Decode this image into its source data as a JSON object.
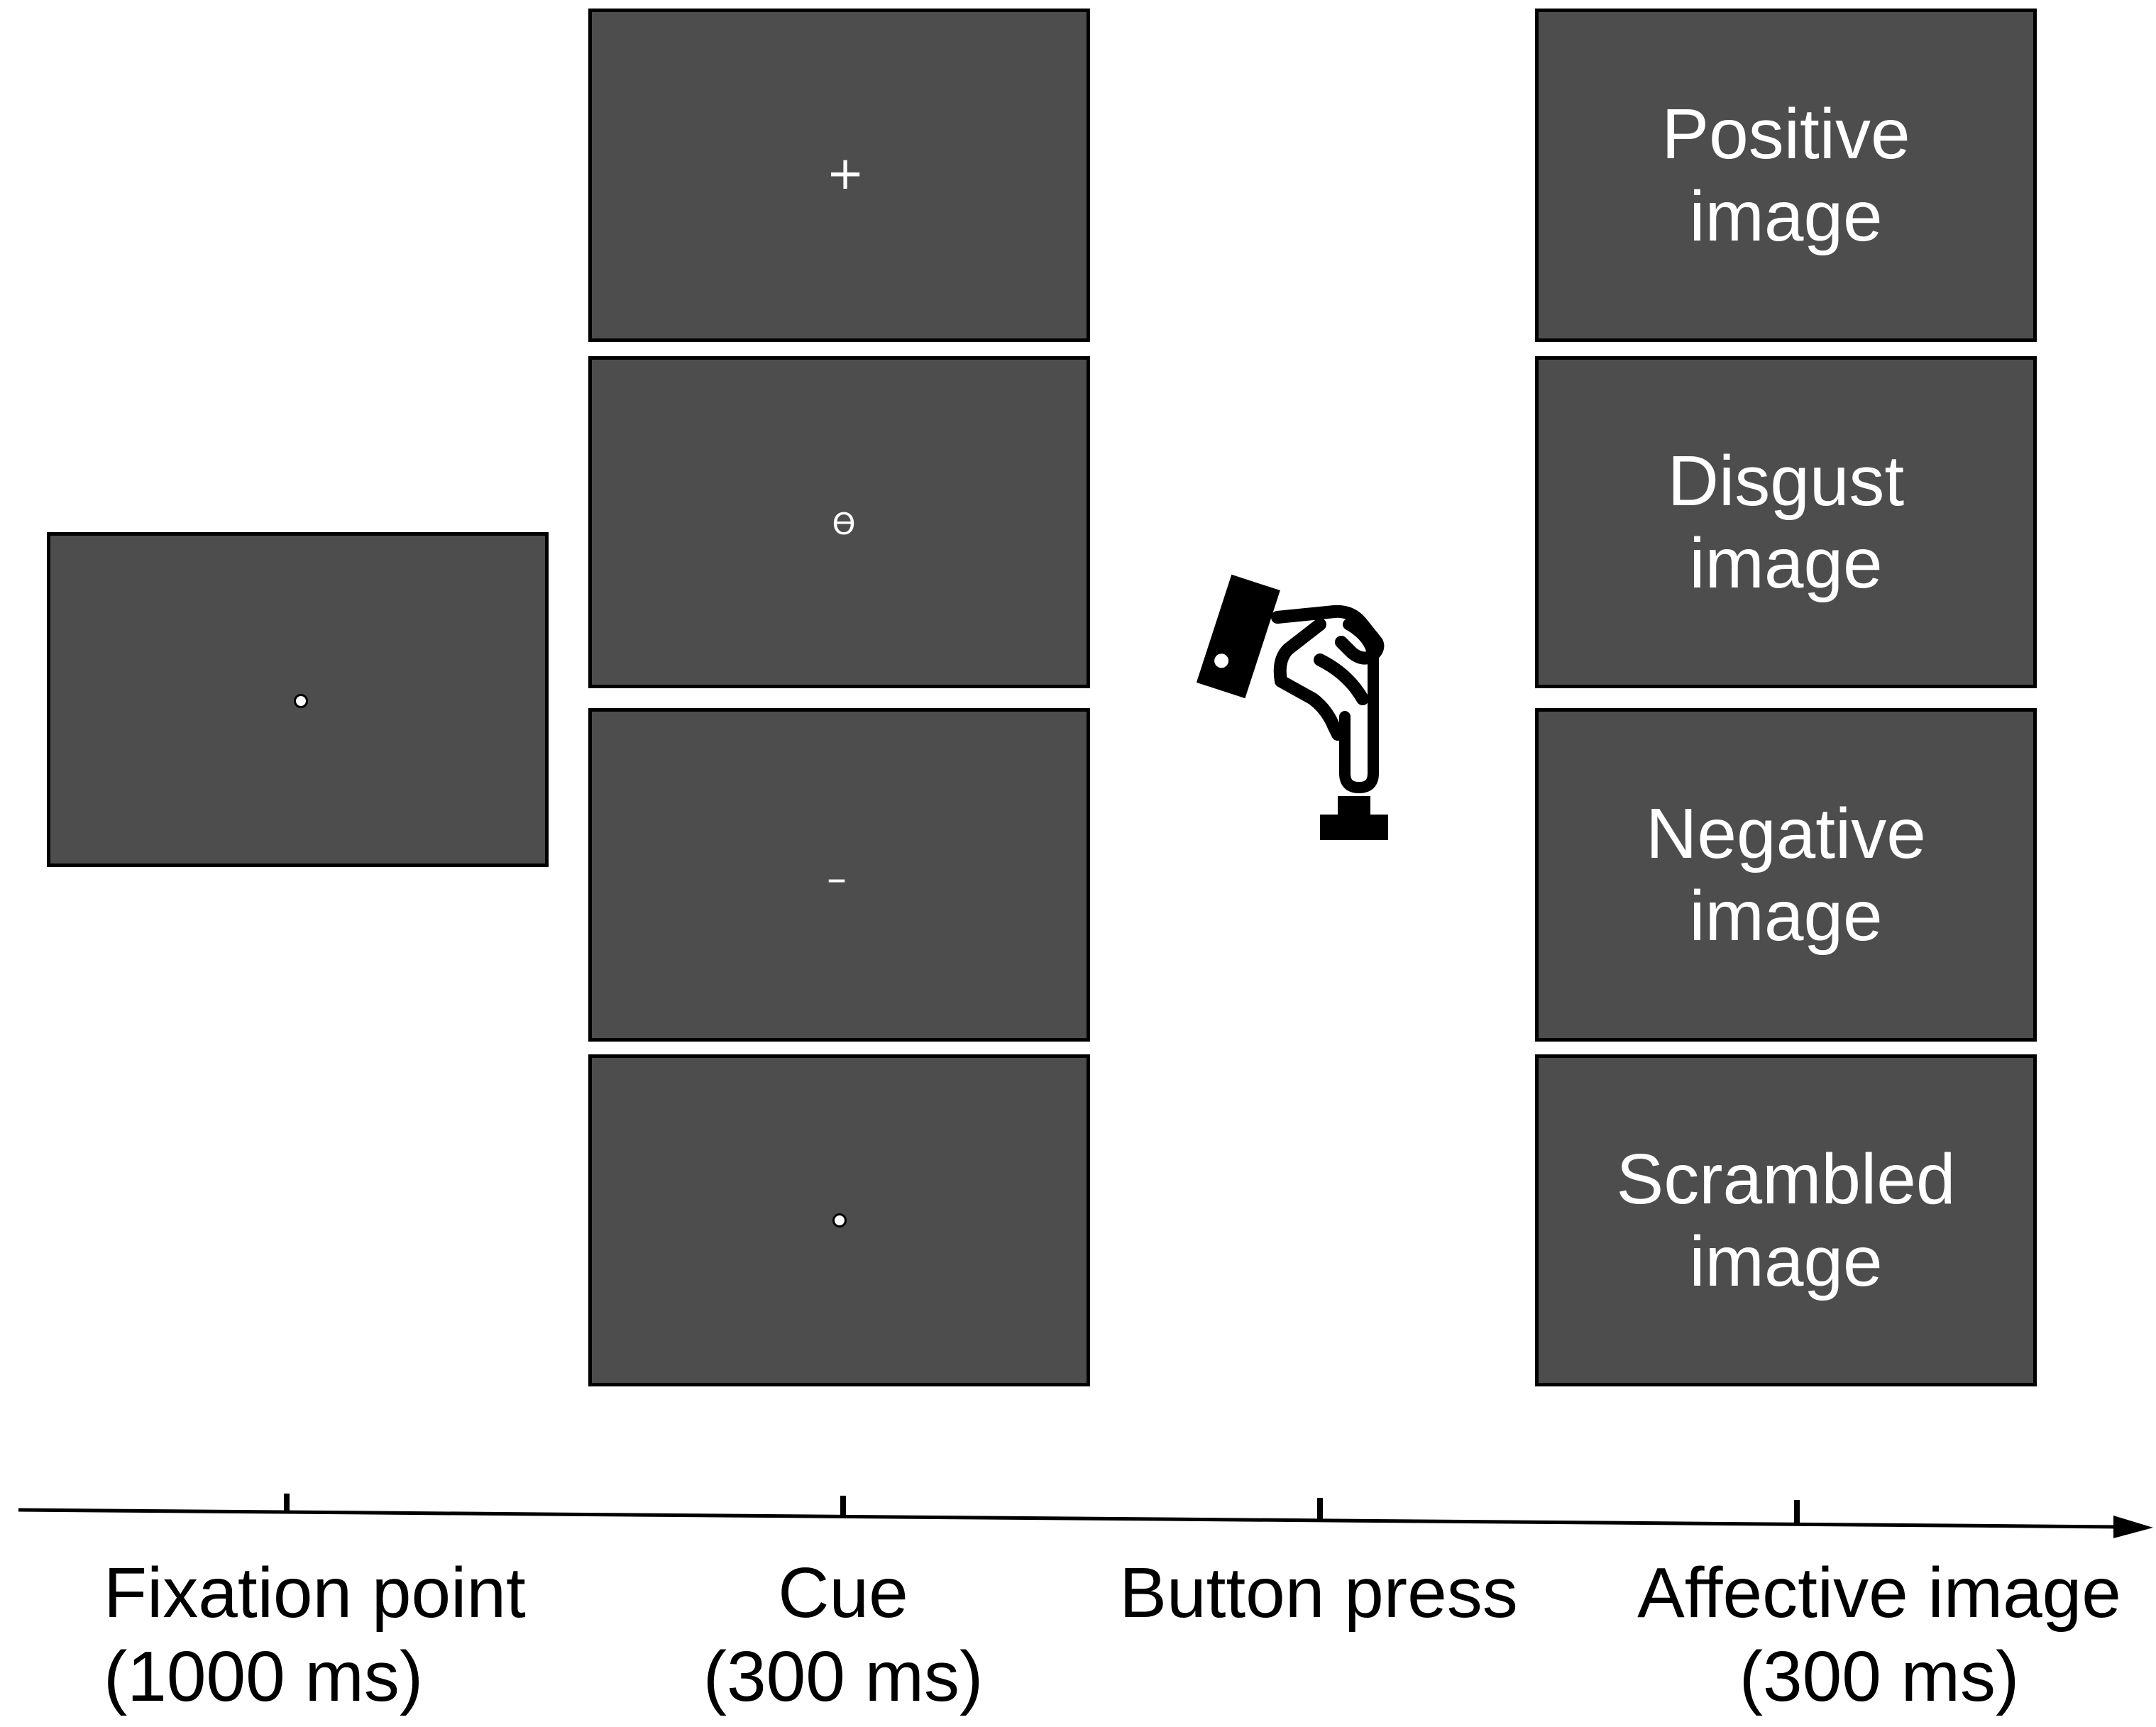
{
  "cue_screens": [
    {
      "symbol": "+"
    },
    {
      "symbol": "ϴ"
    },
    {
      "symbol": "–"
    },
    {
      "symbol": "dot"
    }
  ],
  "affective_screens": [
    {
      "label": "Positive\nimage"
    },
    {
      "label": "Disgust\nimage"
    },
    {
      "label": "Negative\nimage"
    },
    {
      "label": "Scrambled\nimage"
    }
  ],
  "fixation_screen": {
    "symbol": "dot"
  },
  "timeline": [
    {
      "line1": "Fixation point",
      "line2": "(1000 ms)"
    },
    {
      "line1": "Cue",
      "line2": "(300 ms)"
    },
    {
      "line1": "Button press",
      "line2": ""
    },
    {
      "line1": "Affective image",
      "line2": "(300 ms)"
    }
  ],
  "icons": {
    "hand": "hand-pressing-button-icon",
    "arrow": "time-arrow-icon"
  },
  "colors": {
    "screen_fill": "#4d4d4d",
    "screen_border": "#000000",
    "text": "#ffffff"
  }
}
